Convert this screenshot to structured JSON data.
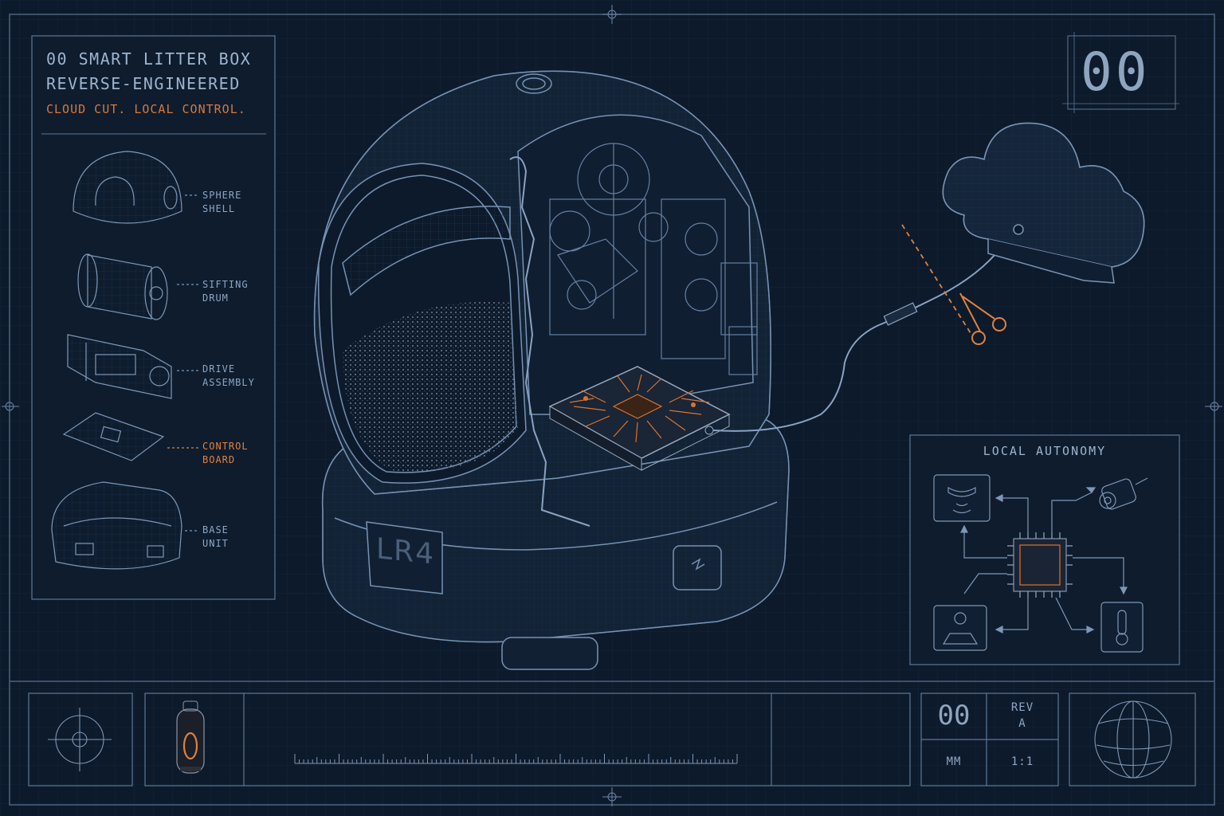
{
  "header": {
    "title_line1": "00 SMART LITTER BOX",
    "title_line2": "REVERSE-ENGINEERED",
    "subtitle": "CLOUD CUT. LOCAL CONTROL."
  },
  "parts": [
    {
      "line1": "SPHERE",
      "line2": "SHELL",
      "highlight": false
    },
    {
      "line1": "SIFTING",
      "line2": "DRUM",
      "highlight": false
    },
    {
      "line1": "DRIVE",
      "line2": "ASSEMBLY",
      "highlight": false
    },
    {
      "line1": "CONTROL",
      "line2": "BOARD",
      "highlight": true
    },
    {
      "line1": "BASE",
      "line2": "UNIT",
      "highlight": false
    }
  ],
  "corner_badge": "00",
  "device_label": "LR4",
  "local_autonomy": {
    "title": "LOCAL AUTONOMY",
    "icons": [
      "sensor-icon",
      "motor-icon",
      "weight-scale-icon",
      "thermometer-icon"
    ]
  },
  "title_block": {
    "sheet_number": "00",
    "rev_label": "REV",
    "rev_value": "A",
    "units": "MM",
    "scale": "1:1",
    "nixie_digit": "0"
  },
  "colors": {
    "background": "#0d1a2b",
    "line": "#5d7796",
    "accent": "#e0823f"
  }
}
